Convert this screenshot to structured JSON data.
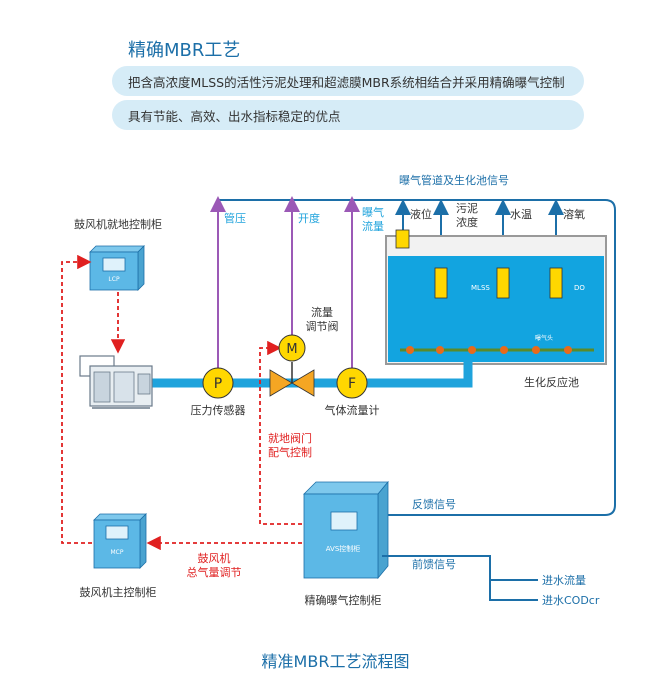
{
  "header": {
    "title": "精确MBR工艺",
    "features": [
      "把含高浓度MLSS的活性污泥处理和超滤膜MBR系统相结合并采用精确曝气控制",
      "具有节能、高效、出水指标稳定的优点"
    ]
  },
  "diagram": {
    "top_signal": "曝气管道及生化池信号",
    "sensor_labels": {
      "pressure": "管压",
      "opening": "开度",
      "aeration_flow_line1": "曝气",
      "aeration_flow_line2": "流量",
      "level": "液位",
      "sludge_line1": "污泥",
      "sludge_line2": "浓度",
      "water_temp": "水温",
      "dissolved_oxygen": "溶氧"
    },
    "tank": {
      "label": "生化反应池",
      "mlss": "MLSS",
      "do": "DO",
      "diffuser": "曝气头"
    },
    "blower_local_cabinet": {
      "label": "鼓风机就地控制柜",
      "screen": "LCP"
    },
    "blower_main_cabinet": {
      "label": "鼓风机主控制柜",
      "screen": "MCP"
    },
    "pressure_sensor": {
      "letter": "P",
      "label": "压力传感器"
    },
    "flow_meter": {
      "letter": "F",
      "label": "气体流量计"
    },
    "valve": {
      "letter": "M",
      "label_line1": "流量",
      "label_line2": "调节阀"
    },
    "local_valve_note": {
      "line1": "就地阀门",
      "line2": "配气控制"
    },
    "blower_total_note": {
      "line1": "鼓风机",
      "line2": "总气量调节"
    },
    "avs_cabinet": {
      "screen": "AVS控制柜",
      "label": "精确曝气控制柜"
    },
    "feedback_signal": "反馈信号",
    "feedforward_signal": "前馈信号",
    "inflow": "进水流量",
    "inflow_cod": "进水CODcr"
  },
  "footer": {
    "caption": "精准MBR工艺流程图"
  },
  "colors": {
    "accent": "#1c6fa8",
    "pipe": "#1fa3dc",
    "signal_purple": "#9b59b6",
    "signal_red": "#e02020",
    "sensor_yellow": "#ffd700",
    "water": "#12a4e0"
  }
}
